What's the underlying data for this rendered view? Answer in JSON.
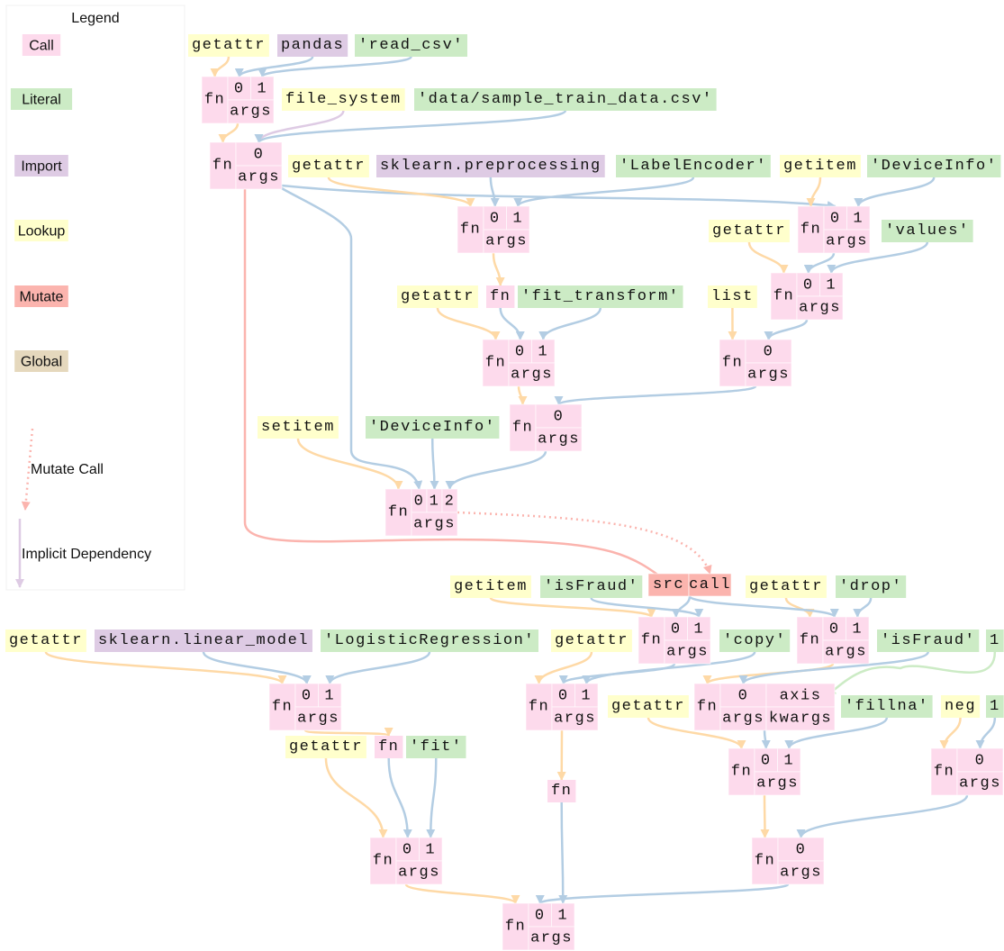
{
  "palette": {
    "call": "#fddaec",
    "literal": "#ccebc5",
    "import": "#decbe4",
    "lookup": "#ffffcc",
    "mutate": "#fbb4ae",
    "global": "#e5d8bd",
    "edge_blue": "#b3cde3",
    "edge_orange": "#fed9a6",
    "edge_red": "#fbb4ae",
    "edge_purple": "#decbe4",
    "edge_green": "#ccebc5"
  },
  "legend": {
    "title": "Legend",
    "items": [
      {
        "label": "Call",
        "type": "call"
      },
      {
        "label": "Literal",
        "type": "literal"
      },
      {
        "label": "Import",
        "type": "import"
      },
      {
        "label": "Lookup",
        "type": "lookup"
      },
      {
        "label": "Mutate",
        "type": "mutate"
      },
      {
        "label": "Global",
        "type": "global"
      }
    ],
    "mutate_call": "Mutate Call",
    "implicit_dependency": "Implicit Dependency"
  },
  "call_labels": {
    "fn": "fn",
    "args": "args",
    "kwargs": "kwargs"
  },
  "mutate_labels": {
    "src": "src",
    "call": "call"
  },
  "nodes": [
    {
      "id": "ga1",
      "type": "lookup",
      "label": "getattr"
    },
    {
      "id": "pandas",
      "type": "import",
      "label": "pandas"
    },
    {
      "id": "readcsv",
      "type": "literal",
      "label": "'read_csv'"
    },
    {
      "id": "c1",
      "type": "call",
      "args": [
        "0",
        "1"
      ]
    },
    {
      "id": "fs",
      "type": "lookup",
      "label": "file_system"
    },
    {
      "id": "csv",
      "type": "literal",
      "label": "'data/sample_train_data.csv'"
    },
    {
      "id": "c2",
      "type": "call",
      "args": [
        "0"
      ]
    },
    {
      "id": "ga2",
      "type": "lookup",
      "label": "getattr"
    },
    {
      "id": "skpre",
      "type": "import",
      "label": "sklearn.preprocessing"
    },
    {
      "id": "labenc",
      "type": "literal",
      "label": "'LabelEncoder'"
    },
    {
      "id": "gi1",
      "type": "lookup",
      "label": "getitem"
    },
    {
      "id": "devinfo1",
      "type": "literal",
      "label": "'DeviceInfo'"
    },
    {
      "id": "c3",
      "type": "call",
      "args": [
        "0",
        "1"
      ]
    },
    {
      "id": "c4",
      "type": "call",
      "args": [
        "0",
        "1"
      ]
    },
    {
      "id": "ga3",
      "type": "lookup",
      "label": "getattr"
    },
    {
      "id": "values",
      "type": "literal",
      "label": "'values'"
    },
    {
      "id": "ga4",
      "type": "lookup",
      "label": "getattr"
    },
    {
      "id": "fn1",
      "type": "call",
      "label": "fn"
    },
    {
      "id": "fittr",
      "type": "literal",
      "label": "'fit_transform'"
    },
    {
      "id": "list",
      "type": "lookup",
      "label": "list"
    },
    {
      "id": "c5",
      "type": "call",
      "args": [
        "0",
        "1"
      ]
    },
    {
      "id": "c6",
      "type": "call",
      "args": [
        "0",
        "1"
      ]
    },
    {
      "id": "c7",
      "type": "call",
      "args": [
        "0"
      ]
    },
    {
      "id": "c8",
      "type": "call",
      "args": [
        "0"
      ]
    },
    {
      "id": "setitem",
      "type": "lookup",
      "label": "setitem"
    },
    {
      "id": "devinfo2",
      "type": "literal",
      "label": "'DeviceInfo'"
    },
    {
      "id": "c9",
      "type": "call",
      "args": [
        "0",
        "1",
        "2"
      ]
    },
    {
      "id": "mut",
      "type": "mutate"
    },
    {
      "id": "gi2",
      "type": "lookup",
      "label": "getitem"
    },
    {
      "id": "isfraud1",
      "type": "literal",
      "label": "'isFraud'"
    },
    {
      "id": "ga5",
      "type": "lookup",
      "label": "getattr"
    },
    {
      "id": "drop",
      "type": "literal",
      "label": "'drop'"
    },
    {
      "id": "ga6",
      "type": "lookup",
      "label": "getattr"
    },
    {
      "id": "sklin",
      "type": "import",
      "label": "sklearn.linear_model"
    },
    {
      "id": "logreg",
      "type": "literal",
      "label": "'LogisticRegression'"
    },
    {
      "id": "ga7",
      "type": "lookup",
      "label": "getattr"
    },
    {
      "id": "copy",
      "type": "literal",
      "label": "'copy'"
    },
    {
      "id": "isfraud2",
      "type": "literal",
      "label": "'isFraud'"
    },
    {
      "id": "one1",
      "type": "literal",
      "label": "1"
    },
    {
      "id": "c10",
      "type": "call",
      "args": [
        "0",
        "1"
      ]
    },
    {
      "id": "c11",
      "type": "call",
      "args": [
        "0",
        "1"
      ]
    },
    {
      "id": "c12",
      "type": "call",
      "args": [
        "0",
        "1"
      ]
    },
    {
      "id": "c13",
      "type": "call",
      "args": [
        "0",
        "1"
      ]
    },
    {
      "id": "ga8",
      "type": "lookup",
      "label": "getattr"
    },
    {
      "id": "c14",
      "type": "call",
      "args": [
        "0"
      ],
      "kwargs": [
        "axis"
      ]
    },
    {
      "id": "fillna",
      "type": "literal",
      "label": "'fillna'"
    },
    {
      "id": "neg",
      "type": "lookup",
      "label": "neg"
    },
    {
      "id": "one2",
      "type": "literal",
      "label": "1"
    },
    {
      "id": "ga9",
      "type": "lookup",
      "label": "getattr"
    },
    {
      "id": "fn2",
      "type": "call",
      "label": "fn"
    },
    {
      "id": "fit",
      "type": "literal",
      "label": "'fit'"
    },
    {
      "id": "c15",
      "type": "call",
      "args": [
        "0",
        "1"
      ]
    },
    {
      "id": "c16",
      "type": "call",
      "args": [
        "0"
      ]
    },
    {
      "id": "fn3",
      "type": "call",
      "label": "fn"
    },
    {
      "id": "c17",
      "type": "call",
      "args": [
        "0",
        "1"
      ]
    },
    {
      "id": "c18",
      "type": "call",
      "args": [
        "0"
      ]
    },
    {
      "id": "c19",
      "type": "call",
      "args": [
        "0",
        "1"
      ]
    }
  ],
  "edges": [
    {
      "from": "ga1",
      "to": "c1",
      "port": "fn",
      "kind": "orange"
    },
    {
      "from": "pandas",
      "to": "c1",
      "port": "0",
      "kind": "blue"
    },
    {
      "from": "readcsv",
      "to": "c1",
      "port": "1",
      "kind": "blue"
    },
    {
      "from": "c1",
      "to": "c2",
      "port": "fn",
      "kind": "orange"
    },
    {
      "from": "fs",
      "to": "c2",
      "port": "0",
      "kind": "purple"
    },
    {
      "from": "csv",
      "to": "c2",
      "port": "0",
      "kind": "blue"
    },
    {
      "from": "c2",
      "to": "c4",
      "port": "0",
      "kind": "blue"
    },
    {
      "from": "c2",
      "to": "c9",
      "port": "0",
      "kind": "blue"
    },
    {
      "from": "c2",
      "to": "mut",
      "port": "src",
      "kind": "red"
    },
    {
      "from": "ga2",
      "to": "c3",
      "port": "fn",
      "kind": "orange"
    },
    {
      "from": "skpre",
      "to": "c3",
      "port": "0",
      "kind": "blue"
    },
    {
      "from": "labenc",
      "to": "c3",
      "port": "1",
      "kind": "blue"
    },
    {
      "from": "gi1",
      "to": "c4",
      "port": "fn",
      "kind": "orange"
    },
    {
      "from": "devinfo1",
      "to": "c4",
      "port": "1",
      "kind": "blue"
    },
    {
      "from": "ga3",
      "to": "c5",
      "port": "fn",
      "kind": "orange"
    },
    {
      "from": "c4",
      "to": "c5",
      "port": "0",
      "kind": "blue"
    },
    {
      "from": "values",
      "to": "c5",
      "port": "1",
      "kind": "blue"
    },
    {
      "from": "c3",
      "to": "fn1",
      "port": "fn",
      "kind": "orange"
    },
    {
      "from": "ga4",
      "to": "c6",
      "port": "fn",
      "kind": "orange"
    },
    {
      "from": "fn1",
      "to": "c6",
      "port": "0",
      "kind": "blue"
    },
    {
      "from": "fittr",
      "to": "c6",
      "port": "1",
      "kind": "blue"
    },
    {
      "from": "list",
      "to": "c7",
      "port": "fn",
      "kind": "orange"
    },
    {
      "from": "c5",
      "to": "c7",
      "port": "0",
      "kind": "blue"
    },
    {
      "from": "c6",
      "to": "c8",
      "port": "fn",
      "kind": "orange"
    },
    {
      "from": "c7",
      "to": "c8",
      "port": "0",
      "kind": "blue"
    },
    {
      "from": "setitem",
      "to": "c9",
      "port": "fn",
      "kind": "orange"
    },
    {
      "from": "devinfo2",
      "to": "c9",
      "port": "1",
      "kind": "blue"
    },
    {
      "from": "c8",
      "to": "c9",
      "port": "2",
      "kind": "blue"
    },
    {
      "from": "c9",
      "to": "mut",
      "port": "call",
      "kind": "red-dotted"
    },
    {
      "from": "gi2",
      "to": "c10",
      "port": "fn",
      "kind": "orange"
    },
    {
      "from": "mut",
      "to": "c10",
      "port": "0",
      "kind": "blue"
    },
    {
      "from": "isfraud1",
      "to": "c10",
      "port": "1",
      "kind": "blue"
    },
    {
      "from": "ga5",
      "to": "c11",
      "port": "fn",
      "kind": "orange"
    },
    {
      "from": "mut",
      "to": "c11",
      "port": "0",
      "kind": "blue"
    },
    {
      "from": "drop",
      "to": "c11",
      "port": "1",
      "kind": "blue"
    },
    {
      "from": "ga6",
      "to": "c12",
      "port": "fn",
      "kind": "orange"
    },
    {
      "from": "sklin",
      "to": "c12",
      "port": "0",
      "kind": "blue"
    },
    {
      "from": "logreg",
      "to": "c12",
      "port": "1",
      "kind": "blue"
    },
    {
      "from": "ga7",
      "to": "c13",
      "port": "fn",
      "kind": "orange"
    },
    {
      "from": "c10",
      "to": "c13",
      "port": "0",
      "kind": "blue"
    },
    {
      "from": "copy",
      "to": "c13",
      "port": "1",
      "kind": "blue"
    },
    {
      "from": "c11",
      "to": "c14",
      "port": "fn",
      "kind": "orange"
    },
    {
      "from": "isfraud2",
      "to": "c14",
      "port": "0",
      "kind": "blue"
    },
    {
      "from": "one1",
      "to": "c14",
      "port": "axis",
      "kind": "green"
    },
    {
      "from": "c12",
      "to": "fn2",
      "port": "fn",
      "kind": "orange"
    },
    {
      "from": "ga9",
      "to": "c17",
      "port": "fn",
      "kind": "orange"
    },
    {
      "from": "fn2",
      "to": "c17",
      "port": "0",
      "kind": "blue"
    },
    {
      "from": "fit",
      "to": "c17",
      "port": "1",
      "kind": "blue"
    },
    {
      "from": "ga8",
      "to": "c15",
      "port": "fn",
      "kind": "orange"
    },
    {
      "from": "c14",
      "to": "c15",
      "port": "0",
      "kind": "blue"
    },
    {
      "from": "fillna",
      "to": "c15",
      "port": "1",
      "kind": "blue"
    },
    {
      "from": "neg",
      "to": "c16",
      "port": "fn",
      "kind": "orange"
    },
    {
      "from": "one2",
      "to": "c16",
      "port": "0",
      "kind": "blue"
    },
    {
      "from": "c13",
      "to": "fn3",
      "port": "fn",
      "kind": "orange"
    },
    {
      "from": "c15",
      "to": "c18",
      "port": "fn",
      "kind": "orange"
    },
    {
      "from": "c16",
      "to": "c18",
      "port": "0",
      "kind": "blue"
    },
    {
      "from": "c17",
      "to": "c19",
      "port": "fn",
      "kind": "orange"
    },
    {
      "from": "fn3",
      "to": "c19",
      "port": "1",
      "kind": "blue"
    },
    {
      "from": "c18",
      "to": "c19",
      "port": "0",
      "kind": "blue"
    }
  ]
}
